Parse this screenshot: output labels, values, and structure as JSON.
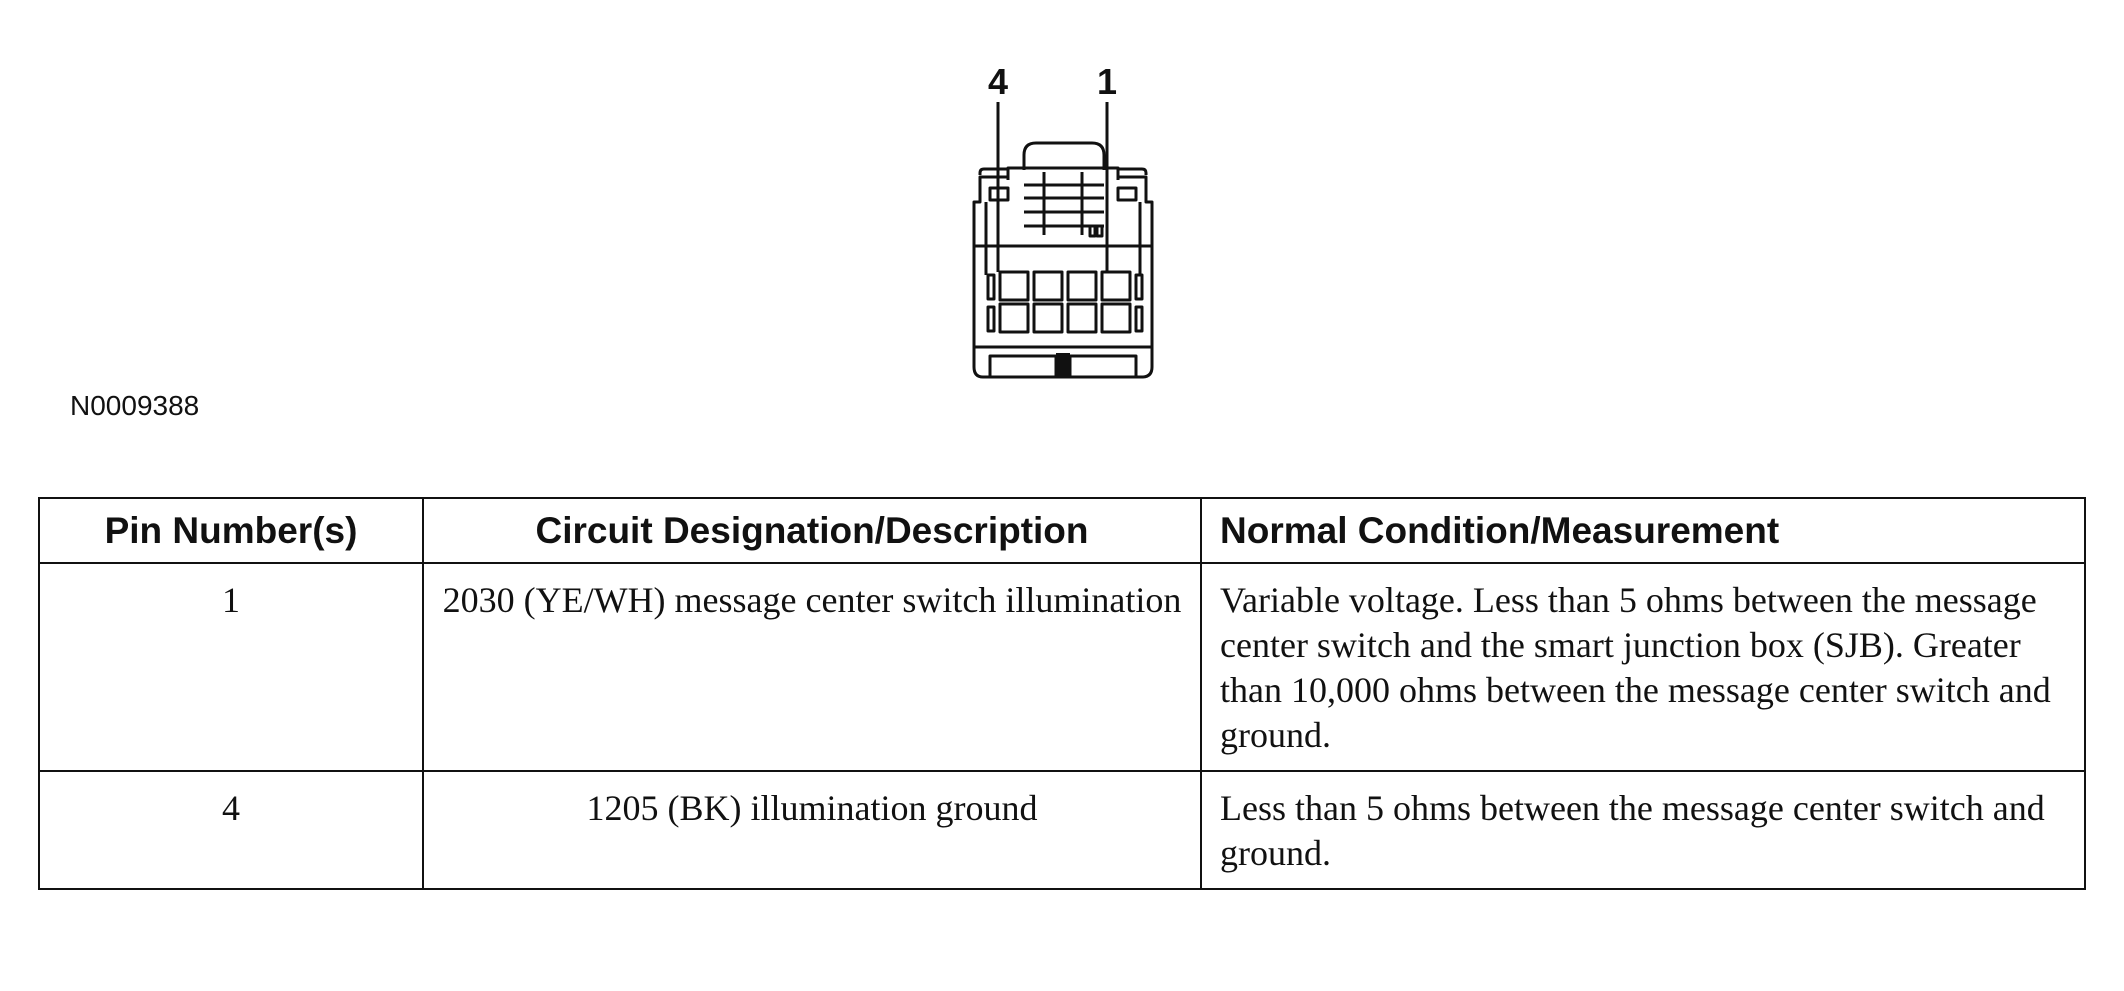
{
  "diagram": {
    "pin_labels": [
      "4",
      "1"
    ],
    "figure_id": "N0009388"
  },
  "table": {
    "headers": {
      "pin": "Pin Number(s)",
      "circuit": "Circuit Designation/Description",
      "condition": "Normal Condition/Measurement"
    },
    "rows": [
      {
        "pin": "1",
        "circuit": "2030 (YE/WH) message center switch illumination",
        "condition": "Variable voltage. Less than 5 ohms between the message center switch and the smart junction box (SJB). Greater than 10,000 ohms between the message center switch and ground."
      },
      {
        "pin": "4",
        "circuit": "1205 (BK) illumination ground",
        "condition": "Less than 5 ohms between the message center switch and ground."
      }
    ]
  }
}
